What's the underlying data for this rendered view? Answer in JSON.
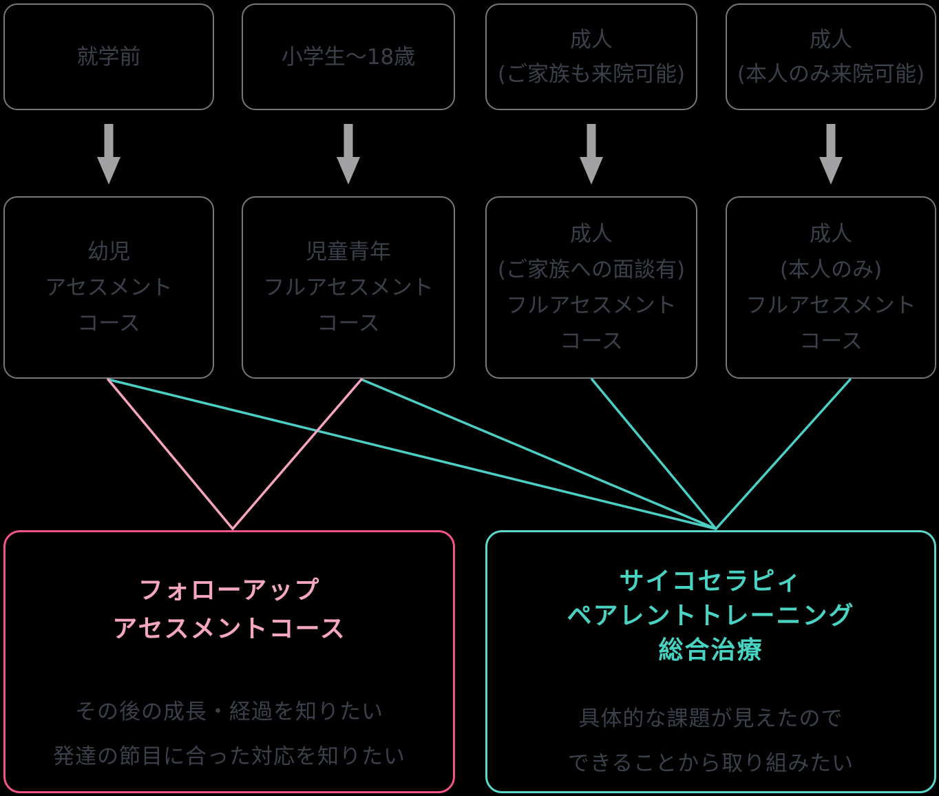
{
  "colors": {
    "background": "#000000",
    "stage_box_border": "#77787B",
    "stage_box_text": "#3B404A",
    "arrow": "#A2A2A4",
    "pink_line": "#F7A3C3",
    "pink_box_border": "#F3548D",
    "pink_title": "#F5A6C3",
    "teal_line": "#4CCFC4",
    "teal_box_border": "#5CD7C9",
    "teal_title": "#48D3C2",
    "body_text": "#3B404A"
  },
  "row1": {
    "box1": {
      "line1": "就学前"
    },
    "box2": {
      "line1": "小学生〜18歳"
    },
    "box3": {
      "line1": "成人",
      "line2": "(ご家族も来院可能)"
    },
    "box4": {
      "line1": "成人",
      "line2": "(本人のみ来院可能)"
    }
  },
  "row2": {
    "box1": {
      "line1": "幼児",
      "line2": "アセスメント",
      "line3": "コース"
    },
    "box2": {
      "line1": "児童青年",
      "line2": "フルアセスメント",
      "line3": "コース"
    },
    "box3": {
      "line1": "成人",
      "line2": "(ご家族への面談有)",
      "line3": "フルアセスメント",
      "line4": "コース"
    },
    "box4": {
      "line1": "成人",
      "line2": "(本人のみ)",
      "line3": "フルアセスメント",
      "line4": "コース"
    }
  },
  "outcome_left": {
    "title_line1": "フォローアップ",
    "title_line2": "アセスメントコース",
    "body_line1": "その後の成長・経過を知りたい",
    "body_line2": "発達の節目に合った対応を知りたい"
  },
  "outcome_right": {
    "title_line1": "サイコセラピィ",
    "title_line2": "ペアレントトレーニング",
    "title_line3": "総合治療",
    "body_line1": "具体的な課題が見えたので",
    "body_line2": "できることから取り組みたい"
  }
}
